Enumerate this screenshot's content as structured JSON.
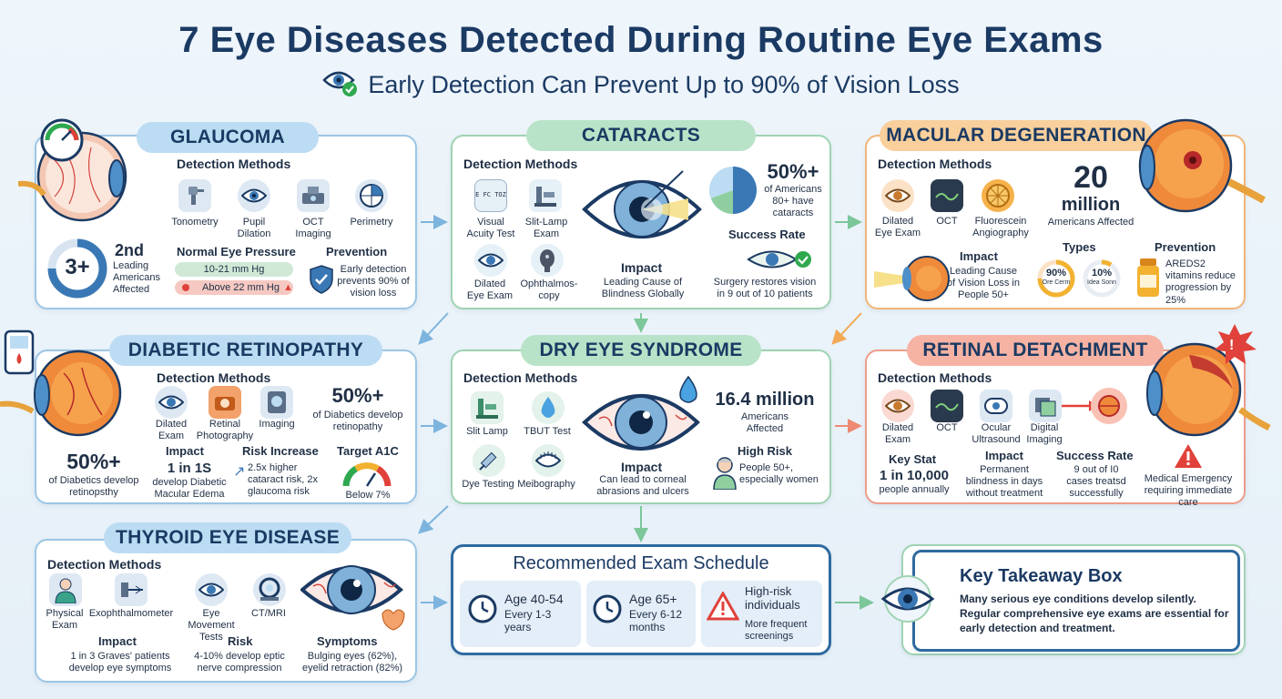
{
  "header": {
    "title": "7 Eye Diseases Detected During Routine Eye Exams",
    "subtitle": "Early Detection Can Prevent Up to 90% of Vision Loss"
  },
  "glaucoma": {
    "title": "GLAUCOMA",
    "detection_label": "Detection Methods",
    "methods": [
      "Tonometry",
      "Pupil Dilation",
      "OCT Imaging",
      "Perimetry"
    ],
    "rank_badge": "3+",
    "rank": "2nd",
    "rank_desc": "Leading Americans Affected",
    "pressure_label": "Normal Eye Pressure",
    "pressure_normal": "10-21 mm Hg",
    "pressure_high": "Above 22 mm Hg",
    "prevention_label": "Prevention",
    "prevention_text": "Early detection prevents 90% of vision loss"
  },
  "cataracts": {
    "title": "CATARACTS",
    "detection_label": "Detection Methods",
    "methods": [
      "Visual Acuity Test",
      "Slit-Lamp Exam",
      "Dilated Eye Exam",
      "Ophthalmos-copy"
    ],
    "chart_text": "E FC TOZ",
    "stat": "50%+",
    "stat_desc": "of Americans 80+ have cataracts",
    "impact_label": "Impact",
    "impact_text": "Leading Cause of Blindness Globally",
    "success_label": "Success Rate",
    "success_text": "Surgery restores vision in 9 out of 10 patients"
  },
  "macular": {
    "title": "MACULAR DEGENERATION",
    "detection_label": "Detection Methods",
    "methods": [
      "Dilated Eye Exam",
      "OCT",
      "Fluorescein Angiography"
    ],
    "stat": "20",
    "stat_unit": "million",
    "stat_desc": "Americans Affected",
    "impact_label": "Impact",
    "impact_text": "Leading Cause of Vision Loss in People 50+",
    "types_label": "Types",
    "type1_pct": "90%",
    "type1_name": "Ore Cerm",
    "type2_pct": "10%",
    "type2_name": "Idea Sonn",
    "prevention_label": "Prevention",
    "prevention_text": "AREDS2 vitamins reduce progression by 25%"
  },
  "diabetic": {
    "title": "DIABETIC RETINOPATHY",
    "detection_label": "Detection Methods",
    "methods": [
      "Dilated Exam",
      "Retinal Photography",
      "Imaging"
    ],
    "stat_right": "50%+",
    "stat_right_desc": "of Diabetics develop retinopathy",
    "stat_left": "50%+",
    "stat_left_desc": "of Diabetics develop retinopsthy",
    "impact_label": "Impact",
    "impact_value": "1 in 1S",
    "impact_text": "develop Diabetic Macular Edema",
    "risk_label": "Risk Increase",
    "risk_text": "2.5x higher cataract risk, 2x glaucoma risk",
    "a1c_label": "Target A1C",
    "a1c_value": "Below 7%"
  },
  "dryeye": {
    "title": "DRY EYE SYNDROME",
    "detection_label": "Detection Methods",
    "methods": [
      "Slit Lamp",
      "TBUT Test",
      "Dye Testing",
      "Meibography"
    ],
    "stat": "16.4 million",
    "stat_desc": "Americans Affected",
    "impact_label": "Impact",
    "impact_text": "Can lead to corneal abrasions and ulcers",
    "risk_label": "High Risk",
    "risk_text": "People 50+, especially women"
  },
  "retinal": {
    "title": "RETINAL DETACHMENT",
    "detection_label": "Detection Methods",
    "methods": [
      "Dilated Exam",
      "OCT",
      "Ocular Ultrasound",
      "Digital Imaging"
    ],
    "key_label": "Key Stat",
    "key_value": "1 in 10,000",
    "key_desc": "people annually",
    "impact_label": "Impact",
    "impact_text": "Permanent blindness in days without treatment",
    "success_label": "Success Rate",
    "success_text": "9 out of I0 cases treatsd successfully",
    "emergency_text": "Medical Emergency requiring immediate care"
  },
  "thyroid": {
    "title": "THYROID EYE DISEASE",
    "detection_label": "Detection Methods",
    "methods": [
      "Physical Exam",
      "Exophthalmometer",
      "Eye Movement Tests",
      "CT/MRI"
    ],
    "impact_label": "Impact",
    "impact_text": "1 in 3 Graves' patients develop eye symptoms",
    "risk_label": "Risk",
    "risk_text": "4-10% develop eptic nerve compression",
    "symptoms_label": "Symptoms",
    "symptoms_text": "Bulging eyes (62%), eyelid retraction (82%)"
  },
  "schedule": {
    "title": "Recommended Exam Schedule",
    "items": [
      {
        "age": "Age 40-54",
        "freq": "Every 1-3 years"
      },
      {
        "age": "Age 65+",
        "freq": "Every 6-12 months"
      },
      {
        "age": "High-risk individuals",
        "freq": "More frequent screenings"
      }
    ]
  },
  "takeaway": {
    "title": "Key Takeaway Box",
    "text": "Many serious eye conditions develop silently. Regular comprehensive eye exams are essential for early detection and treatment."
  },
  "colors": {
    "navy": "#1b3a63",
    "blue_accent": "#bcdcf3",
    "green_accent": "#b9e3c8",
    "orange_accent": "#f9cf9c",
    "red_accent": "#f6b3a3",
    "danger": "#e0413a",
    "success": "#2fa84f"
  },
  "icons": [
    "eye-check-icon",
    "tonometer-icon",
    "eye-icon",
    "oct-icon",
    "perimetry-icon",
    "shield-check-icon",
    "eye-chart-icon",
    "slit-lamp-icon",
    "ophthalmoscope-icon",
    "camera-icon",
    "drop-icon",
    "syringe-icon",
    "gauge-icon",
    "ultrasound-icon",
    "warning-icon",
    "clock-icon",
    "doctor-icon",
    "pill-bottle-icon"
  ]
}
